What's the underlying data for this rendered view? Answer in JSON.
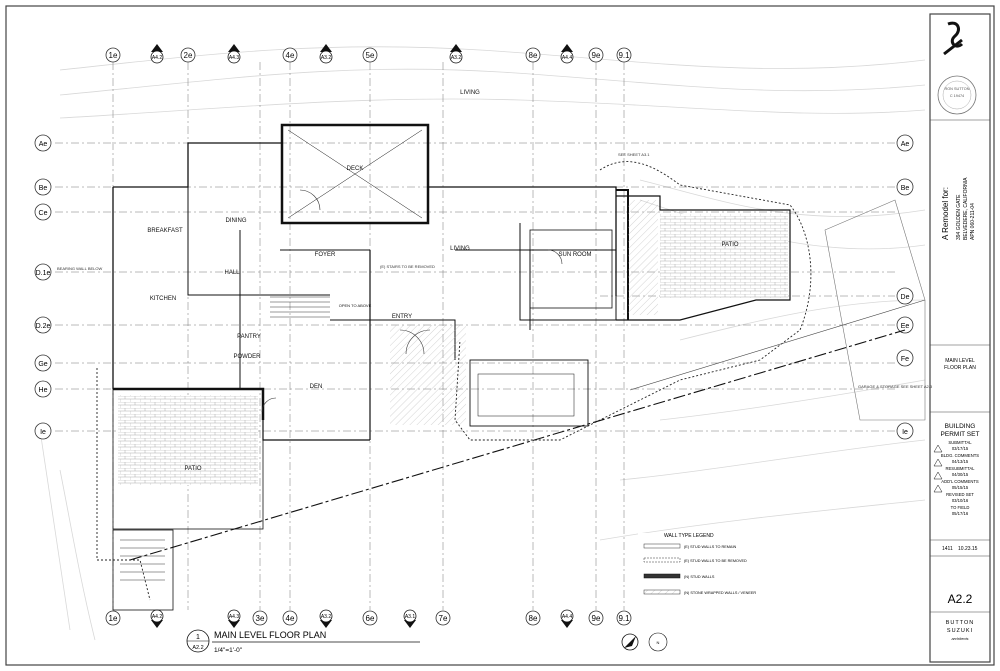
{
  "drawing_title": {
    "number": "1",
    "sheet_ref": "A2.2",
    "title": "MAIN LEVEL FLOOR PLAN",
    "scale": "1/4\"=1'-0\""
  },
  "grid_columns": [
    "1e",
    "2e",
    "3e",
    "4e",
    "5e",
    "6e",
    "7e",
    "8e",
    "9e",
    "9.1"
  ],
  "grid_rows": [
    "Ae",
    "Be",
    "Ce",
    "D.1e",
    "D.2e",
    "Ge",
    "He",
    "Ie",
    "De",
    "Ee",
    "Fe"
  ],
  "rooms": {
    "deck": "DECK",
    "breakfast": "BREAKFAST",
    "dining": "DINING",
    "foyer": "FOYER",
    "living": "LIVING",
    "sun_room": "SUN ROOM",
    "hall": "HALL",
    "kitchen": "KITCHEN",
    "entry": "ENTRY",
    "powder": "POWDER",
    "den": "DEN",
    "pantry": "PANTRY",
    "patio_east": "PATIO",
    "patio_west": "PATIO",
    "open_to_above": "OPEN TO ABOVE"
  },
  "notes": {
    "garage": "GARAGE & STORAGE\nSEE SHEET A2.3",
    "bearing_wall": "BEARING WALL BELOW",
    "stairs": "(E) STAIRS TO BE REMOVED",
    "sun_room_note": "SEE SHEET A3.1"
  },
  "legend": {
    "title": "WALL TYPE LEGEND",
    "items": [
      "(E) STUD WALLS TO REMAIN",
      "(E) STUD WALLS TO BE REMOVED",
      "(N) STUD WALLS",
      "(N) STONE WRAPPED WALLS / VENEER"
    ]
  },
  "title_block": {
    "project_label": "A Remodel for:",
    "address_line1": "394 GOLDEN GATE",
    "address_line2": "BELVEDERE, CALIFORNIA",
    "apn": "APN 060-211-04",
    "stamp_name": "RON SUTTON",
    "stamp_number": "C 19474",
    "sheet_name_1": "MAIN LEVEL",
    "sheet_name_2": "FLOOR PLAN",
    "phase_1": "BUILDING",
    "phase_2": "PERMIT SET",
    "revisions": [
      "SUBMITTAL",
      "03/17/15",
      "BLDG. COMMENTS",
      "04/13/15",
      "RESUBMITTAL",
      "04/30/15",
      "ADD'L COMMENTS",
      "05/15/15",
      "REVISED SET",
      "03/10/16",
      "TO FIELD",
      "05/17/16"
    ],
    "job_number": "1411",
    "date": "10.23.15",
    "sheet_number": "A2.2",
    "firm_line1": "BUTTON",
    "firm_line2": "SUZUKI",
    "firm_sub": "architects"
  },
  "section_markers": [
    "A4.2",
    "A4.3",
    "A3.2",
    "A4.4",
    "A3.1"
  ],
  "north_label": "N"
}
